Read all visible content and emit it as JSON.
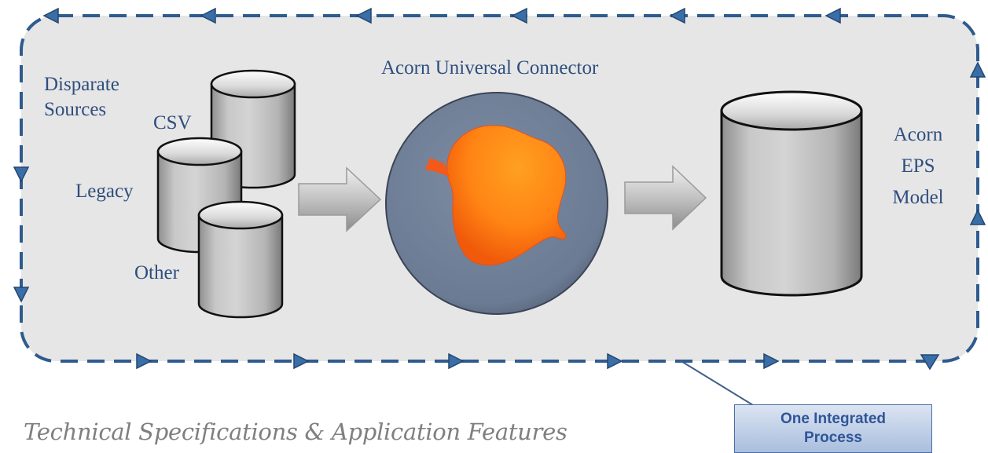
{
  "diagram": {
    "labels": {
      "disparate_sources_line1": "Disparate",
      "disparate_sources_line2": "Sources",
      "csv": "CSV",
      "legacy": "Legacy",
      "other": "Other",
      "connector_title": "Acorn Universal Connector",
      "target_line1": "Acorn",
      "target_line2": "EPS",
      "target_line3": "Model"
    },
    "callout": {
      "label_line1": "One Integrated",
      "label_line2": "Process"
    },
    "footer_title": "Technical Specifications & Application Features",
    "colors": {
      "boundary_dash": "#2f5b8e",
      "panel_fill": "#e6e6e6",
      "label_text": "#2f4e7e",
      "connector_circle": "#6f7f96",
      "blob_orange": "#ff7a10"
    }
  }
}
